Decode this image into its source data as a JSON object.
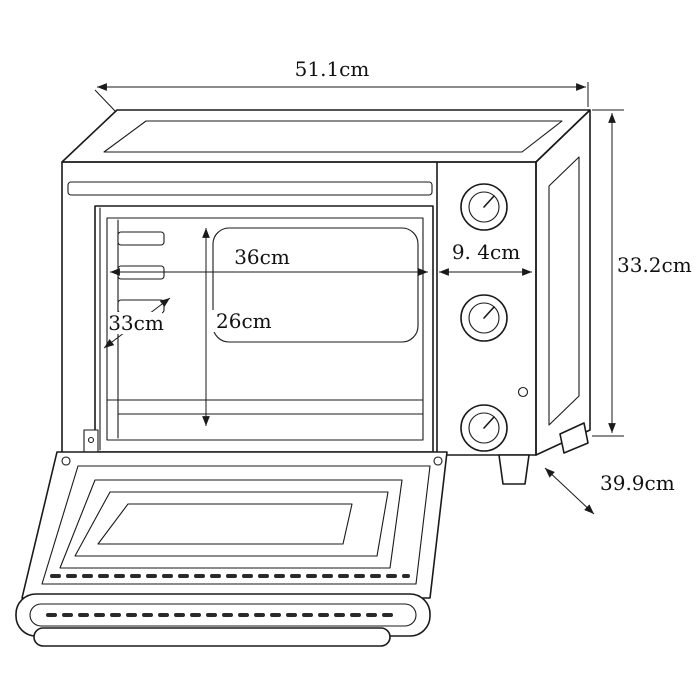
{
  "diagram": {
    "title": "Toaster oven dimension drawing",
    "type": "technical-line-drawing",
    "subject": "countertop toaster oven with open door, annotated with dimensions",
    "colors": {
      "line": "#1a1a1a",
      "background": "#ffffff",
      "text": "#111111"
    },
    "labels": {
      "overall_width": "51.1cm",
      "overall_height": "33.2cm",
      "overall_depth": "39.9cm",
      "control_panel_width": "9. 4cm",
      "interior_width": "36cm",
      "interior_depth": "33cm",
      "interior_height": "26cm"
    },
    "features": {
      "knob_count": 3,
      "indicator_light_count": 1,
      "door_state": "open"
    }
  }
}
